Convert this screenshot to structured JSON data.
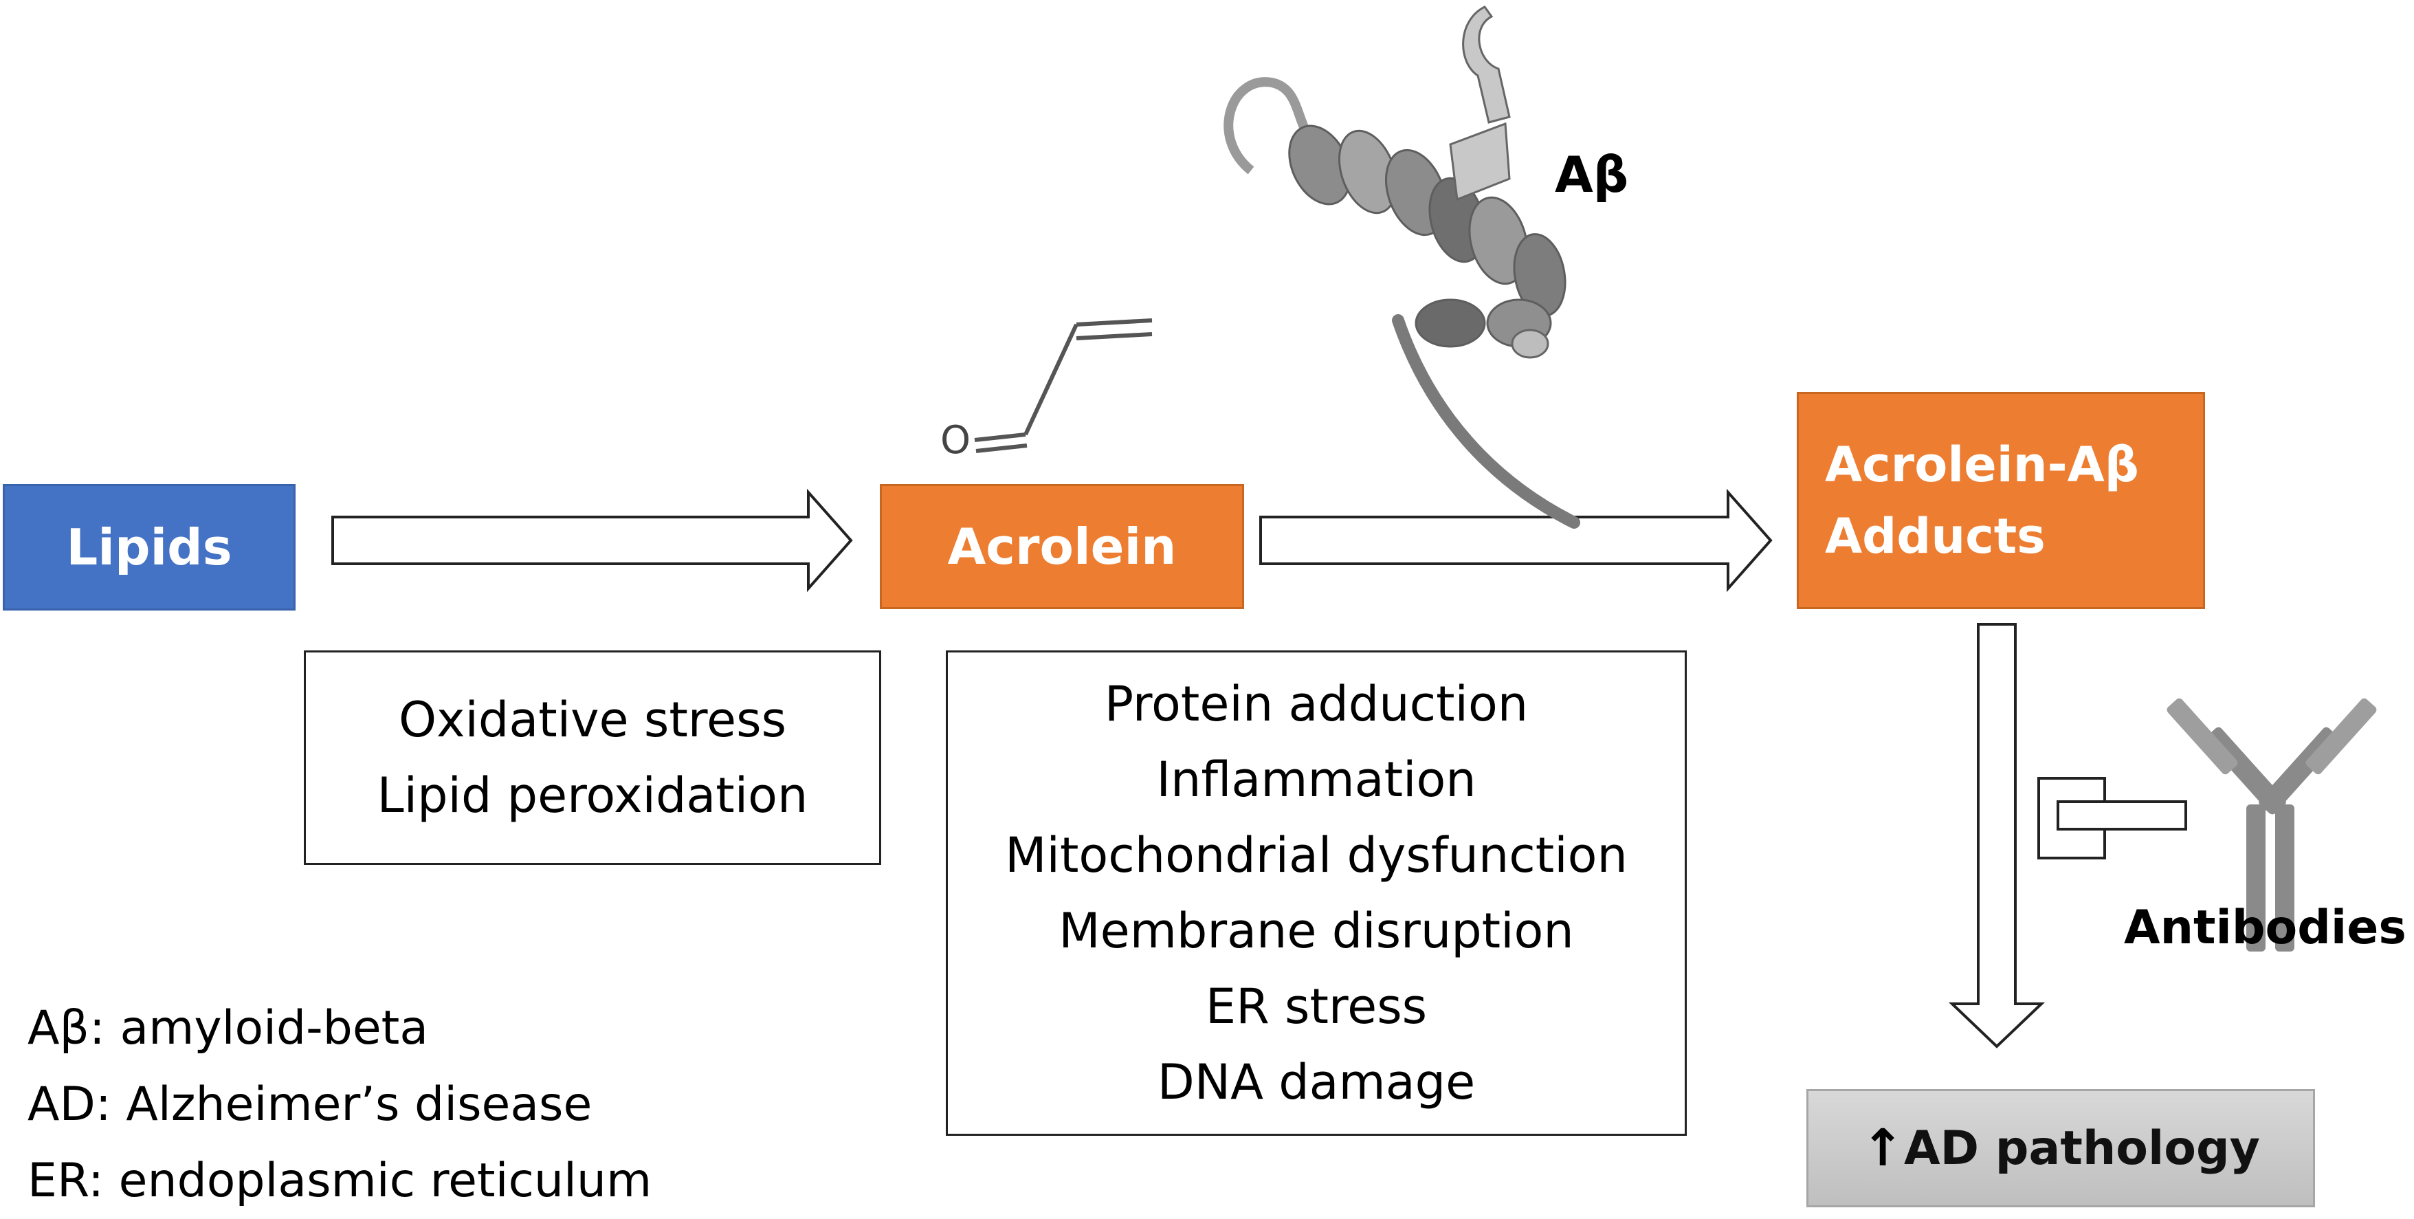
{
  "nodes": {
    "lipids": "Lipids",
    "acrolein": "Acrolein",
    "adducts_line1": "Acrolein-Aβ",
    "adducts_line2": "Adducts",
    "ad_pathology_arrow": "↑",
    "ad_pathology_text": "AD pathology"
  },
  "effects_lipids": [
    "Oxidative stress",
    "Lipid peroxidation"
  ],
  "effects_acrolein": [
    "Protein adduction",
    "Inflammation",
    "Mitochondrial dysfunction",
    "Membrane disruption",
    "ER stress",
    "DNA damage"
  ],
  "labels": {
    "abeta": "Aβ",
    "antibodies": "Antibodies",
    "aldehyde_oxygen": "O"
  },
  "legend": [
    "Aβ: amyloid-beta",
    "AD: Alzheimer’s disease",
    "ER: endoplasmic reticulum"
  ],
  "colors": {
    "lipids_fill": "#4472c4",
    "acrolein_fill": "#ed7d31",
    "pathology_fill": "#bfbfbf",
    "arrow_stroke": "#222222",
    "protein": "#8c8c8c",
    "antibody": "#8a8a8a"
  },
  "icons": [
    "amyloid-beta-protein-structure",
    "acrolein-molecule",
    "antibody-icon"
  ]
}
